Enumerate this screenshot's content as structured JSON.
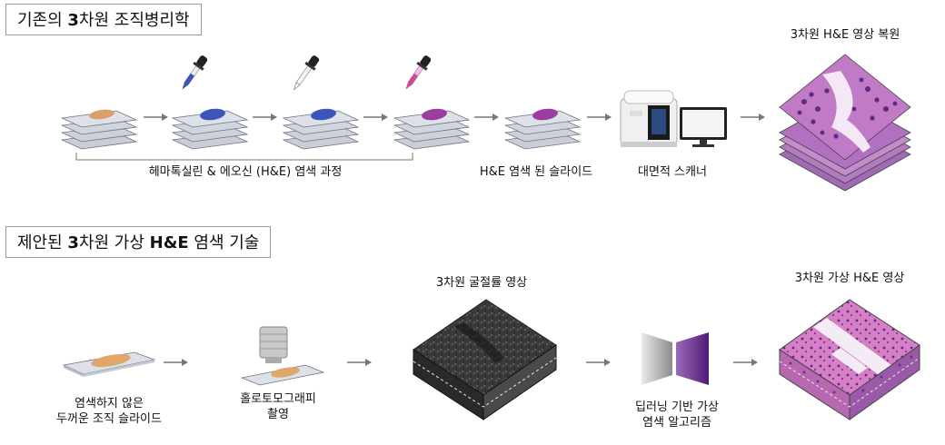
{
  "top_section": {
    "title_pre": "기존의 ",
    "title_bold": "3",
    "title_post": "차원 조직병리학",
    "staining_process_label": "헤마톡실린 & 에오신 (H&E) 염색 과정",
    "stained_slide_label": "H&E 염색 된 슬라이드",
    "scanner_label": "대면적 스캐너",
    "reconstruction_label": "3차원 H&E 영상 복원"
  },
  "bottom_section": {
    "title_pre": "제안된 ",
    "title_bold": "3",
    "title_mid": "차원 가상 ",
    "title_bold2": "H&E",
    "title_post": " 염색 기술",
    "unstained_slide_line1": "염색하지 않은",
    "unstained_slide_line2": "두꺼운 조직 슬라이드",
    "holotomography_line1": "홀로토모그래피",
    "holotomography_line2": "촬영",
    "refractive_image_label": "3차원 굴절률 영상",
    "algorithm_line1": "딥러닝 기반 가상",
    "algorithm_line2": "염색 알고리즘",
    "virtual_he_label": "3차원 가상 H&E 영상"
  },
  "colors": {
    "hematoxylin": "#3b55b8",
    "eosin": "#9a3fa0",
    "tissue_unstained": "#d9a06a",
    "he_pink": "#d67fc4",
    "he_purple": "#5a2a8a",
    "arrow": "#777777",
    "network_purple": "#6a2c8c",
    "network_grey": "#8a8a8a"
  }
}
